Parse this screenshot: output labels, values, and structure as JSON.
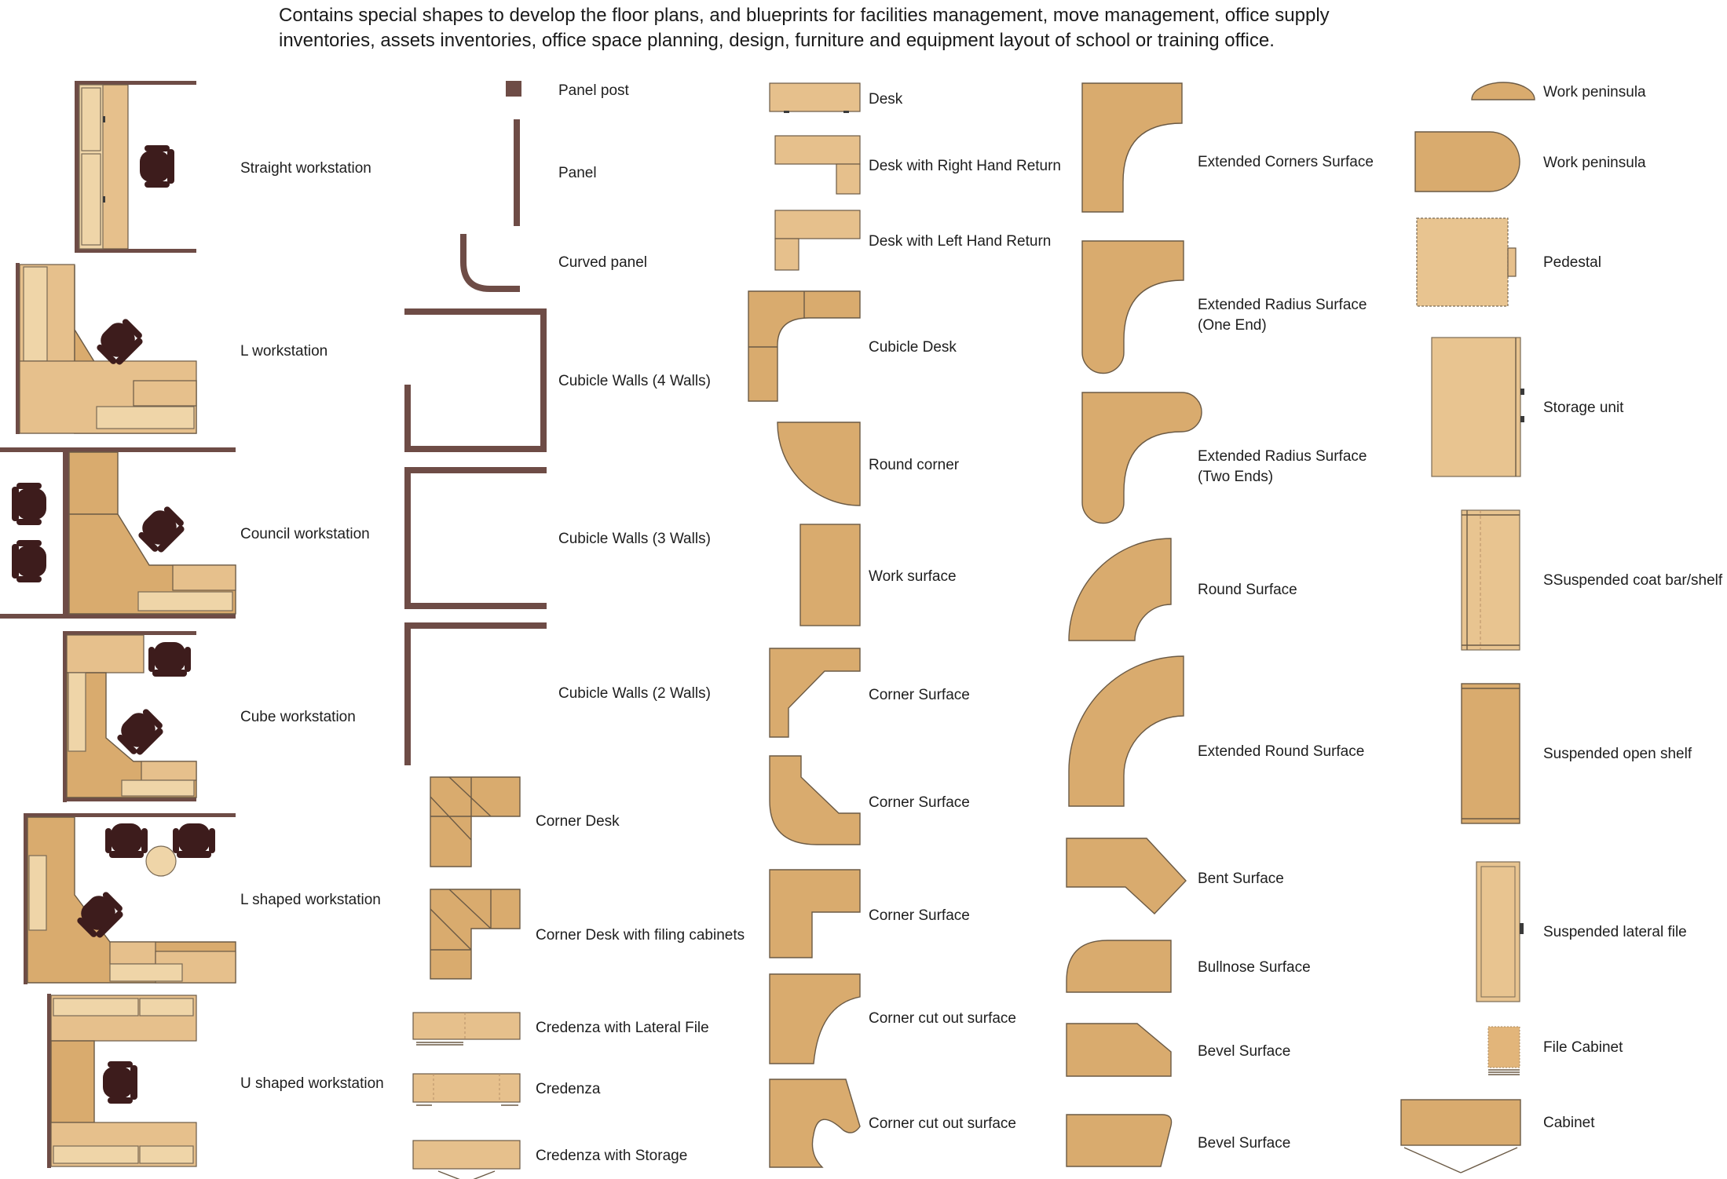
{
  "header": {
    "line1": "Contains special shapes to develop the floor plans, and blueprints for facilities management, move management, office supply",
    "line2": "inventories, assets inventories, office space planning, design, furniture and equipment layout of school or training office."
  },
  "labels": {
    "straight_workstation": "Straight workstation",
    "l_workstation": "L workstation",
    "council_workstation": "Council workstation",
    "cube_workstation": "Cube workstation",
    "l_shaped_workstation": "L shaped workstation",
    "u_shaped_workstation": "U shaped workstation",
    "panel_post": "Panel post",
    "panel": "Panel",
    "curved_panel": "Curved panel",
    "cubicle_walls_4": "Cubicle Walls (4 Walls)",
    "cubicle_walls_3": "Cubicle Walls (3 Walls)",
    "cubicle_walls_2": "Cubicle Walls (2 Walls)",
    "corner_desk": "Corner Desk",
    "corner_desk_filing": "Corner Desk with filing cabinets",
    "credenza_lateral": "Credenza with Lateral File",
    "credenza": "Credenza",
    "credenza_storage": "Credenza with Storage",
    "desk": "Desk",
    "desk_right_return": "Desk with Right Hand Return",
    "desk_left_return": "Desk with Left Hand Return",
    "cubicle_desk": "Cubicle Desk",
    "round_corner": "Round corner",
    "work_surface": "Work surface",
    "corner_surface_1": "Corner Surface",
    "corner_surface_2": "Corner Surface",
    "corner_surface_3": "Corner Surface",
    "corner_cut_out_1": "Corner cut out surface",
    "corner_cut_out_2": "Corner cut out surface",
    "extended_corners": "Extended Corners Surface",
    "ext_radius_one_a": "Extended Radius Surface",
    "ext_radius_one_b": "(One End)",
    "ext_radius_two_a": "Extended Radius Surface",
    "ext_radius_two_b": "(Two Ends)",
    "round_surface": "Round Surface",
    "extended_round": "Extended Round Surface",
    "bent_surface": "Bent Surface",
    "bullnose_surface": "Bullnose Surface",
    "bevel_surface_1": "Bevel Surface",
    "bevel_surface_2": "Bevel Surface",
    "work_peninsula_1": "Work peninsula",
    "work_peninsula_2": "Work peninsula",
    "pedestal": "Pedestal",
    "storage_unit": "Storage unit",
    "coat_bar": "SSuspended coat bar/shelf",
    "open_shelf": "Suspended open shelf",
    "lateral_file": "Suspended lateral file",
    "file_cabinet": "File Cabinet",
    "cabinet": "Cabinet"
  },
  "colors": {
    "wood": "#d9ab6e",
    "wood_light": "#efd5a8",
    "wall": "#6e4c46",
    "chair": "#3d1c1c",
    "outline": "#6b5a45"
  }
}
